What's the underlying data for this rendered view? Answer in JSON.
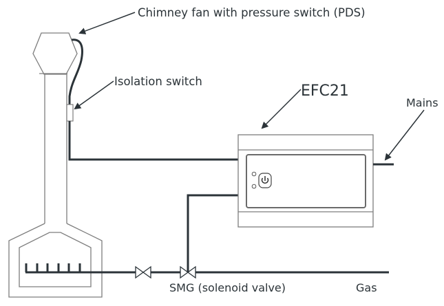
{
  "diagram": {
    "labels": {
      "chimney_fan": "Chimney fan with pressure switch (PDS)",
      "isolation_switch": "Isolation switch",
      "controller": "EFC21",
      "mains": "Mains",
      "solenoid_valve": "SMG (solenoid valve)",
      "gas": "Gas"
    },
    "icons": {
      "power_button": "power-icon",
      "status_leds": "led-indicator-icon"
    },
    "colors": {
      "wire": "#2b3338",
      "outline": "#7d7d7d",
      "text": "#2b3338"
    }
  }
}
